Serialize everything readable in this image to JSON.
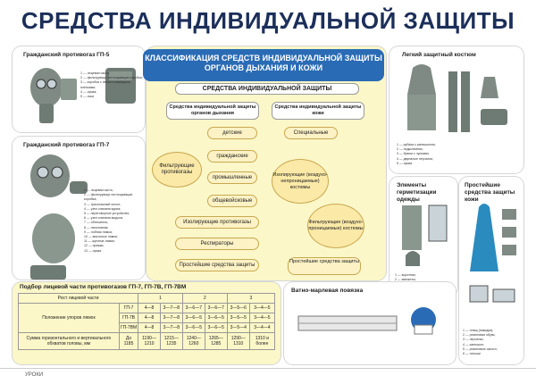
{
  "title": "СРЕДСТВА ИНДИВИДУАЛЬНОЙ ЗАЩИТЫ",
  "center_header": "КЛАССИФИКАЦИЯ СРЕДСТВ ИНДИВИДУАЛЬНОЙ ЗАЩИТЫ ОРГАНОВ ДЫХАНИЯ И КОЖИ",
  "sredstva_title": "СРЕДСТВА ИНДИВИДУАЛЬНОЙ ЗАЩИТЫ",
  "resp_head": "Средства индивидуальной защиты органов дыхания",
  "skin_head": "Средства индивидуальной защиты кожи",
  "filter_label": "Фильтрующие противогазы",
  "filter_items": [
    "детские",
    "гражданские",
    "промышленные",
    "общевойсковые"
  ],
  "izol_label": "Изолирующие противогазы",
  "resp_label": "Респираторы",
  "simple_resp_label": "Простейшие средства защиты",
  "special_label": "Специальные",
  "izol_skin_label": "Изолирующие (воздухо-непроницаемые) костюмы",
  "filter_skin_label": "Фильтрующие (воздухо-проницаемые) костюмы",
  "simple_skin_label": "Простейшие средства защиты",
  "gp5_title": "Гражданский противогаз ГП-5",
  "gp5_items": [
    "1 — лицевая часть;",
    "2 — фильтрующе-поглощающая коробка;",
    "3 — коробка с незапотевающими пленками;",
    "4 — сумка;",
    "5 — очки"
  ],
  "gp7_title": "Гражданский противогаз ГП-7",
  "gp7_items": [
    "1 — лицевая часть;",
    "2 — фильтрующе-поглощающая коробка;",
    "3 — трикотажный чехол;",
    "4 — узел клапана вдоха;",
    "5 — переговорное устройство;",
    "6 — узел клапана выдоха;",
    "7 — обтекатель;",
    "8 — наголовник;",
    "9 — лобная лямка;",
    "10 — височные лямки;",
    "11 — щечные лямки;",
    "12 — пряжки;",
    "13 — сумка"
  ],
  "kostyum_title": "Легкий защитный костюм",
  "kostyum_items": [
    "1 — рубаха с капюшоном;",
    "2 — подшлемник;",
    "3 — брюки с чулками;",
    "4 — двупалые перчатки;",
    "5 — сумка"
  ],
  "elements_title": "Элементы герметизации одежды",
  "elements_items": [
    "1 — воротник;",
    "2 — манжеты;",
    "3 — капюшон"
  ],
  "simple_skin_title": "Простейшие средства защиты кожи",
  "simple_skin_items": [
    "1 — плащ (накидка);",
    "2 — резиновая обувь;",
    "3 — перчатки;",
    "4 — капюшон;",
    "5 — резиновые сапоги;",
    "6 — галоши"
  ],
  "table_title": "Подбор лицевой части противогазов ГП-7, ГП-7В, ГП-7ВМ",
  "table_header_label": "Рост лицевой части",
  "table_sizes": [
    "1",
    "2",
    "3"
  ],
  "table_rows": [
    {
      "label": "ГП-7",
      "cells": [
        "4—8",
        "3—7—8",
        "3—6—7",
        "3—6—7",
        "3—5—6",
        "3—4—5"
      ]
    },
    {
      "label": "ГП-7В",
      "cells": [
        "4—8",
        "3—7—8",
        "3—6—5",
        "3—6—5",
        "3—5—5",
        "3—4—5"
      ]
    },
    {
      "label": "ГП-7ВМ",
      "cells": [
        "4—8",
        "3—7—8",
        "3—6—5",
        "3—6—5",
        "3—5—4",
        "3—4—4"
      ]
    }
  ],
  "table_pos_label": "Положение упоров лямок",
  "table_sum_label": "Сумма горизонтального и вертикального обхватов головы, мм",
  "table_sum_cells": [
    "До 1185",
    "1190—1210",
    "1215—1235",
    "1240—1260",
    "1265—1285",
    "1290—1310",
    "1310 и более"
  ],
  "bandage_title": "Ватно-марлевая повязка",
  "footer_text": "УРОКИ"
}
